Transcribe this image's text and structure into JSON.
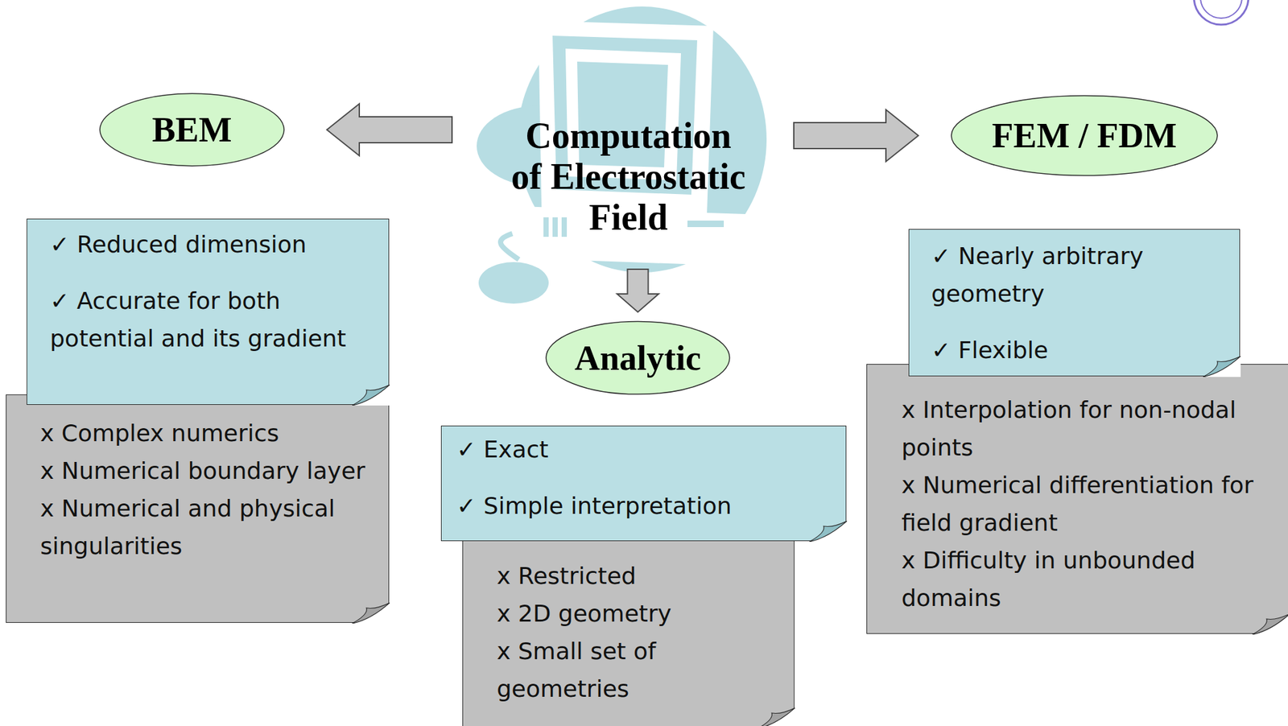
{
  "diagram": {
    "nodes": [
      {
        "text": [
          "Computation of Electrostatic Field"
        ]
      },
      {
        "text": [
          "BEM"
        ]
      },
      {
        "text": [
          "FEM / FDM"
        ]
      },
      {
        "text": [
          "Analytic"
        ]
      },
      {
        "text": [
          "✓ Reduced dimension",
          "✓ Accurate for both potential and its gradient"
        ]
      },
      {
        "text": [
          "x Complex numerics",
          "x Numerical boundary layer",
          "x Numerical and physical singularities"
        ]
      },
      {
        "text": [
          "✓ Nearly arbitrary geometry",
          "✓ Flexible"
        ]
      },
      {
        "text": [
          "x Interpolation for non-nodal points",
          "x Numerical differentiation for field gradient",
          "x Difficulty in unbounded domains"
        ]
      },
      {
        "text": [
          "✓ Exact",
          "✓ Simple interpretation"
        ]
      },
      {
        "text": [
          "x Restricted",
          "x 2D geometry",
          "x Small set of geometries"
        ]
      }
    ],
    "edges": [
      {
        "from": 0,
        "to": 1,
        "arrow": "to"
      },
      {
        "from": 0,
        "to": 2,
        "arrow": "to"
      },
      {
        "from": 0,
        "to": 3,
        "arrow": "to"
      }
    ]
  }
}
